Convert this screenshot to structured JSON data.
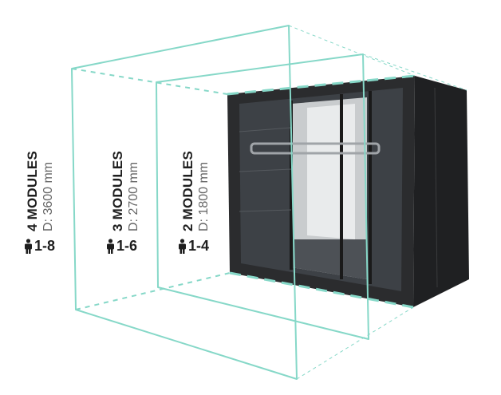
{
  "modules": [
    {
      "title": "4 MODULES",
      "depth": "D: 3600 mm",
      "capacity": "1-8",
      "icon": "person-icon"
    },
    {
      "title": "3 MODULES",
      "depth": "D: 2700 mm",
      "capacity": "1-6",
      "icon": "person-icon"
    },
    {
      "title": "2 MODULES",
      "depth": "D: 1800 mm",
      "capacity": "1-4",
      "icon": "person-icon"
    }
  ],
  "colors": {
    "outline": "#86d8c8",
    "booth": "#2a2b2d",
    "text": "#1e1e1e",
    "subtext": "#666666"
  }
}
